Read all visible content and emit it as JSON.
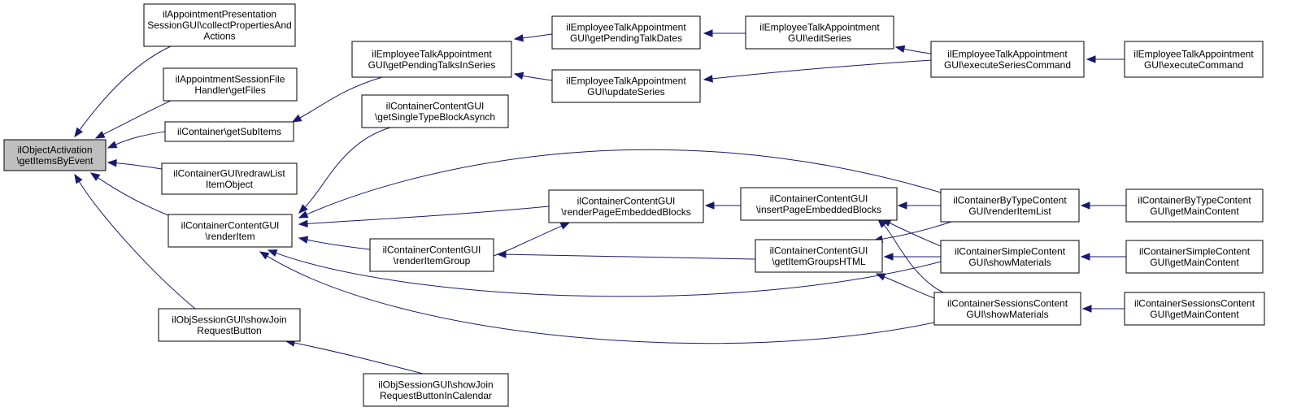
{
  "nodes": [
    {
      "id": "root",
      "lines": [
        "ilObjectActivation",
        "\\getItemsByEvent"
      ]
    },
    {
      "id": "collect",
      "lines": [
        "ilAppointmentPresentation",
        "SessionGUI\\collectPropertiesAnd",
        "Actions"
      ]
    },
    {
      "id": "getFiles",
      "lines": [
        "ilAppointmentSessionFile",
        "Handler\\getFiles"
      ]
    },
    {
      "id": "getSubItems",
      "lines": [
        "ilContainer\\getSubItems"
      ]
    },
    {
      "id": "redrawList",
      "lines": [
        "ilContainerGUI\\redrawList",
        "ItemObject"
      ]
    },
    {
      "id": "renderItem",
      "lines": [
        "ilContainerContentGUI",
        "\\renderItem"
      ]
    },
    {
      "id": "showJoin",
      "lines": [
        "ilObjSessionGUI\\showJoin",
        "RequestButton"
      ]
    },
    {
      "id": "showJoinCal",
      "lines": [
        "ilObjSessionGUI\\showJoin",
        "RequestButtonInCalendar"
      ]
    },
    {
      "id": "pendingSeries",
      "lines": [
        "ilEmployeeTalkAppointment",
        "GUI\\getPendingTalksInSeries"
      ]
    },
    {
      "id": "singleType",
      "lines": [
        "ilContainerContentGUI",
        "\\getSingleTypeBlockAsynch"
      ]
    },
    {
      "id": "renderPage",
      "lines": [
        "ilContainerContentGUI",
        "\\renderPageEmbeddedBlocks"
      ]
    },
    {
      "id": "renderGroup",
      "lines": [
        "ilContainerContentGUI",
        "\\renderItemGroup"
      ]
    },
    {
      "id": "pendingDates",
      "lines": [
        "ilEmployeeTalkAppointment",
        "GUI\\getPendingTalkDates"
      ]
    },
    {
      "id": "updateSeries",
      "lines": [
        "ilEmployeeTalkAppointment",
        "GUI\\updateSeries"
      ]
    },
    {
      "id": "editSeries",
      "lines": [
        "ilEmployeeTalkAppointment",
        "GUI\\editSeries"
      ]
    },
    {
      "id": "insertPage",
      "lines": [
        "ilContainerContentGUI",
        "\\insertPageEmbeddedBlocks"
      ]
    },
    {
      "id": "groupsHTML",
      "lines": [
        "ilContainerContentGUI",
        "\\getItemGroupsHTML"
      ]
    },
    {
      "id": "execSeries",
      "lines": [
        "ilEmployeeTalkAppointment",
        "GUI\\executeSeriesCommand"
      ]
    },
    {
      "id": "byTypeList",
      "lines": [
        "ilContainerByTypeContent",
        "GUI\\renderItemList"
      ]
    },
    {
      "id": "simpleShow",
      "lines": [
        "ilContainerSimpleContent",
        "GUI\\showMaterials"
      ]
    },
    {
      "id": "sessionsShow",
      "lines": [
        "ilContainerSessionsContent",
        "GUI\\showMaterials"
      ]
    },
    {
      "id": "execCmd",
      "lines": [
        "ilEmployeeTalkAppointment",
        "GUI\\executeCommand"
      ]
    },
    {
      "id": "byTypeMain",
      "lines": [
        "ilContainerByTypeContent",
        "GUI\\getMainContent"
      ]
    },
    {
      "id": "simpleMain",
      "lines": [
        "ilContainerSimpleContent",
        "GUI\\getMainContent"
      ]
    },
    {
      "id": "sessionsMain",
      "lines": [
        "ilContainerSessionsContent",
        "GUI\\getMainContent"
      ]
    }
  ],
  "edges": [
    {
      "from": "collect",
      "to": "root"
    },
    {
      "from": "getFiles",
      "to": "root"
    },
    {
      "from": "getSubItems",
      "to": "root"
    },
    {
      "from": "redrawList",
      "to": "root"
    },
    {
      "from": "renderItem",
      "to": "root"
    },
    {
      "from": "showJoin",
      "to": "root"
    },
    {
      "from": "pendingSeries",
      "to": "getSubItems"
    },
    {
      "from": "singleType",
      "to": "renderItem"
    },
    {
      "from": "renderPage",
      "to": "renderItem"
    },
    {
      "from": "renderGroup",
      "to": "renderItem"
    },
    {
      "from": "byTypeList",
      "to": "renderItem"
    },
    {
      "from": "simpleShow",
      "to": "renderItem"
    },
    {
      "from": "sessionsShow",
      "to": "renderItem"
    },
    {
      "from": "showJoinCal",
      "to": "showJoin"
    },
    {
      "from": "pendingDates",
      "to": "pendingSeries"
    },
    {
      "from": "updateSeries",
      "to": "pendingSeries"
    },
    {
      "from": "editSeries",
      "to": "pendingDates"
    },
    {
      "from": "execSeries",
      "to": "editSeries"
    },
    {
      "from": "execSeries",
      "to": "updateSeries"
    },
    {
      "from": "execCmd",
      "to": "execSeries"
    },
    {
      "from": "insertPage",
      "to": "renderPage"
    },
    {
      "from": "renderGroup",
      "to": "renderPage"
    },
    {
      "from": "groupsHTML",
      "to": "renderGroup"
    },
    {
      "from": "byTypeList",
      "to": "insertPage"
    },
    {
      "from": "simpleShow",
      "to": "insertPage"
    },
    {
      "from": "sessionsShow",
      "to": "insertPage"
    },
    {
      "from": "byTypeList",
      "to": "groupsHTML"
    },
    {
      "from": "simpleShow",
      "to": "groupsHTML"
    },
    {
      "from": "sessionsShow",
      "to": "groupsHTML"
    },
    {
      "from": "byTypeMain",
      "to": "byTypeList"
    },
    {
      "from": "simpleMain",
      "to": "simpleShow"
    },
    {
      "from": "sessionsMain",
      "to": "sessionsShow"
    }
  ]
}
